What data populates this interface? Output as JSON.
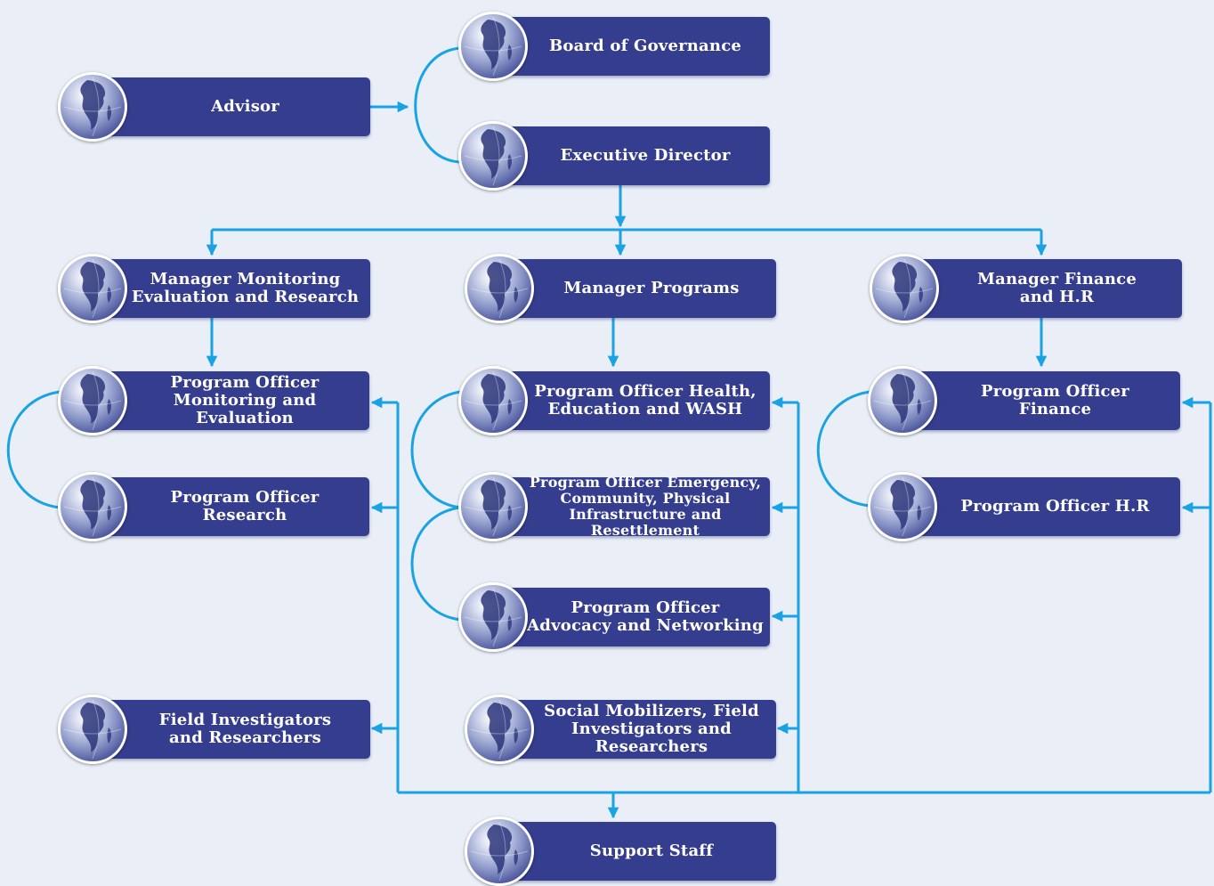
{
  "nodes": {
    "advisor": "Advisor",
    "board": "Board of Governance",
    "executive": "Executive Director",
    "mgr_mer": "Manager Monitoring\nEvaluation and Research",
    "mgr_programs": "Manager Programs",
    "mgr_finance": "Manager Finance\nand H.R",
    "po_me": "Program Officer\nMonitoring and Evaluation",
    "po_research": "Program Officer\nResearch",
    "po_health": "Program Officer Health,\nEducation and WASH",
    "po_emergency": "Program Officer Emergency,\nCommunity, Physical\nInfrastructure and Resettlement",
    "po_advocacy": "Program Officer\nAdvocacy and Networking",
    "po_finance": "Program Officer\nFinance",
    "po_hr": "Program Officer H.R",
    "field_investigators": "Field Investigators\nand Researchers",
    "social_mobilizers": "Social Mobilizers, Field\nInvestigators and Researchers",
    "support_staff": "Support Staff"
  },
  "colors": {
    "background": "#e9eef7",
    "box": "#353d8f",
    "connector": "#1aa3e3",
    "text": "#ffffff"
  },
  "icon": "globe-icon"
}
